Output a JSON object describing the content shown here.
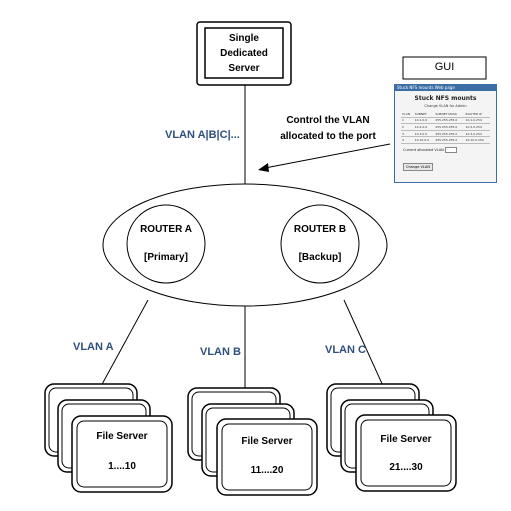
{
  "server": {
    "line1": "Single",
    "line2": "Dedicated",
    "line3": "Server"
  },
  "gui_label": "GUI",
  "vlan_all": "VLAN A|B|C|...",
  "control_note": {
    "line1": "Control the VLAN",
    "line2": "allocated to the port"
  },
  "routers": [
    {
      "name": "ROUTER A",
      "role": "[Primary]"
    },
    {
      "name": "ROUTER B",
      "role": "[Backup]"
    }
  ],
  "vlans": [
    "VLAN A",
    "VLAN B",
    "VLAN C"
  ],
  "file_servers": [
    {
      "label": "File Server",
      "range": "1....10"
    },
    {
      "label": "File Server",
      "range": "11....20"
    },
    {
      "label": "File Server",
      "range": "21....30"
    }
  ],
  "gui": {
    "window_title": "Stuck NFS mounts Web page",
    "heading": "Stuck NFS mounts",
    "subheading": "Change VLAN for Admin",
    "columns": [
      "VLAN",
      "SUBNET",
      "SUBNET MASK",
      "ROUTER IP"
    ],
    "rows": [
      [
        "1",
        "10.1.0.0",
        "255.255.255.0",
        "10.1.0.254"
      ],
      [
        "2",
        "10.2.0.0",
        "255.255.255.0",
        "10.2.0.254"
      ],
      [
        "3",
        "10.3.0.0",
        "255.255.255.0",
        "10.3.0.254"
      ],
      [
        "4",
        "10.10.0.0",
        "255.255.255.0",
        "10.10.0.254"
      ]
    ],
    "current_label": "Current allocated VLAN",
    "button_label": "Change VLAN"
  }
}
